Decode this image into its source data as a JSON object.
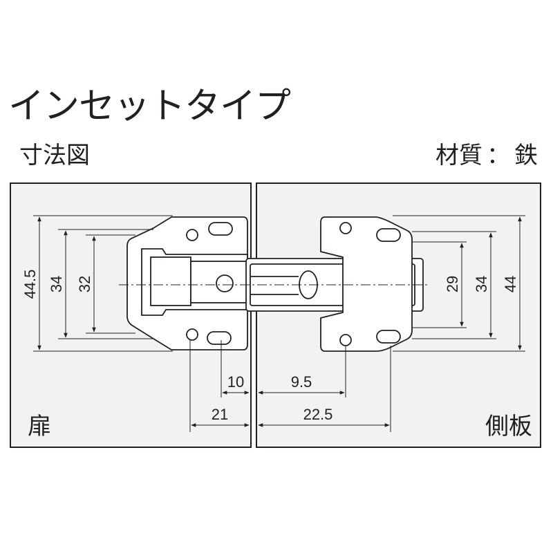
{
  "title": "インセットタイプ",
  "subtitle": "寸法図",
  "material": {
    "label": "材質",
    "separator": "：",
    "value": "鉄"
  },
  "panels": {
    "door_label": "扉",
    "side_label": "側板"
  },
  "dimensions": {
    "door_height_outer": "44.5",
    "door_height_mid": "34",
    "door_height_inner": "32",
    "side_height_inner": "29",
    "side_height_mid": "34",
    "side_height_outer": "44",
    "door_gap": "10",
    "side_gap": "9.5",
    "door_width": "21",
    "side_width": "22.5"
  }
}
